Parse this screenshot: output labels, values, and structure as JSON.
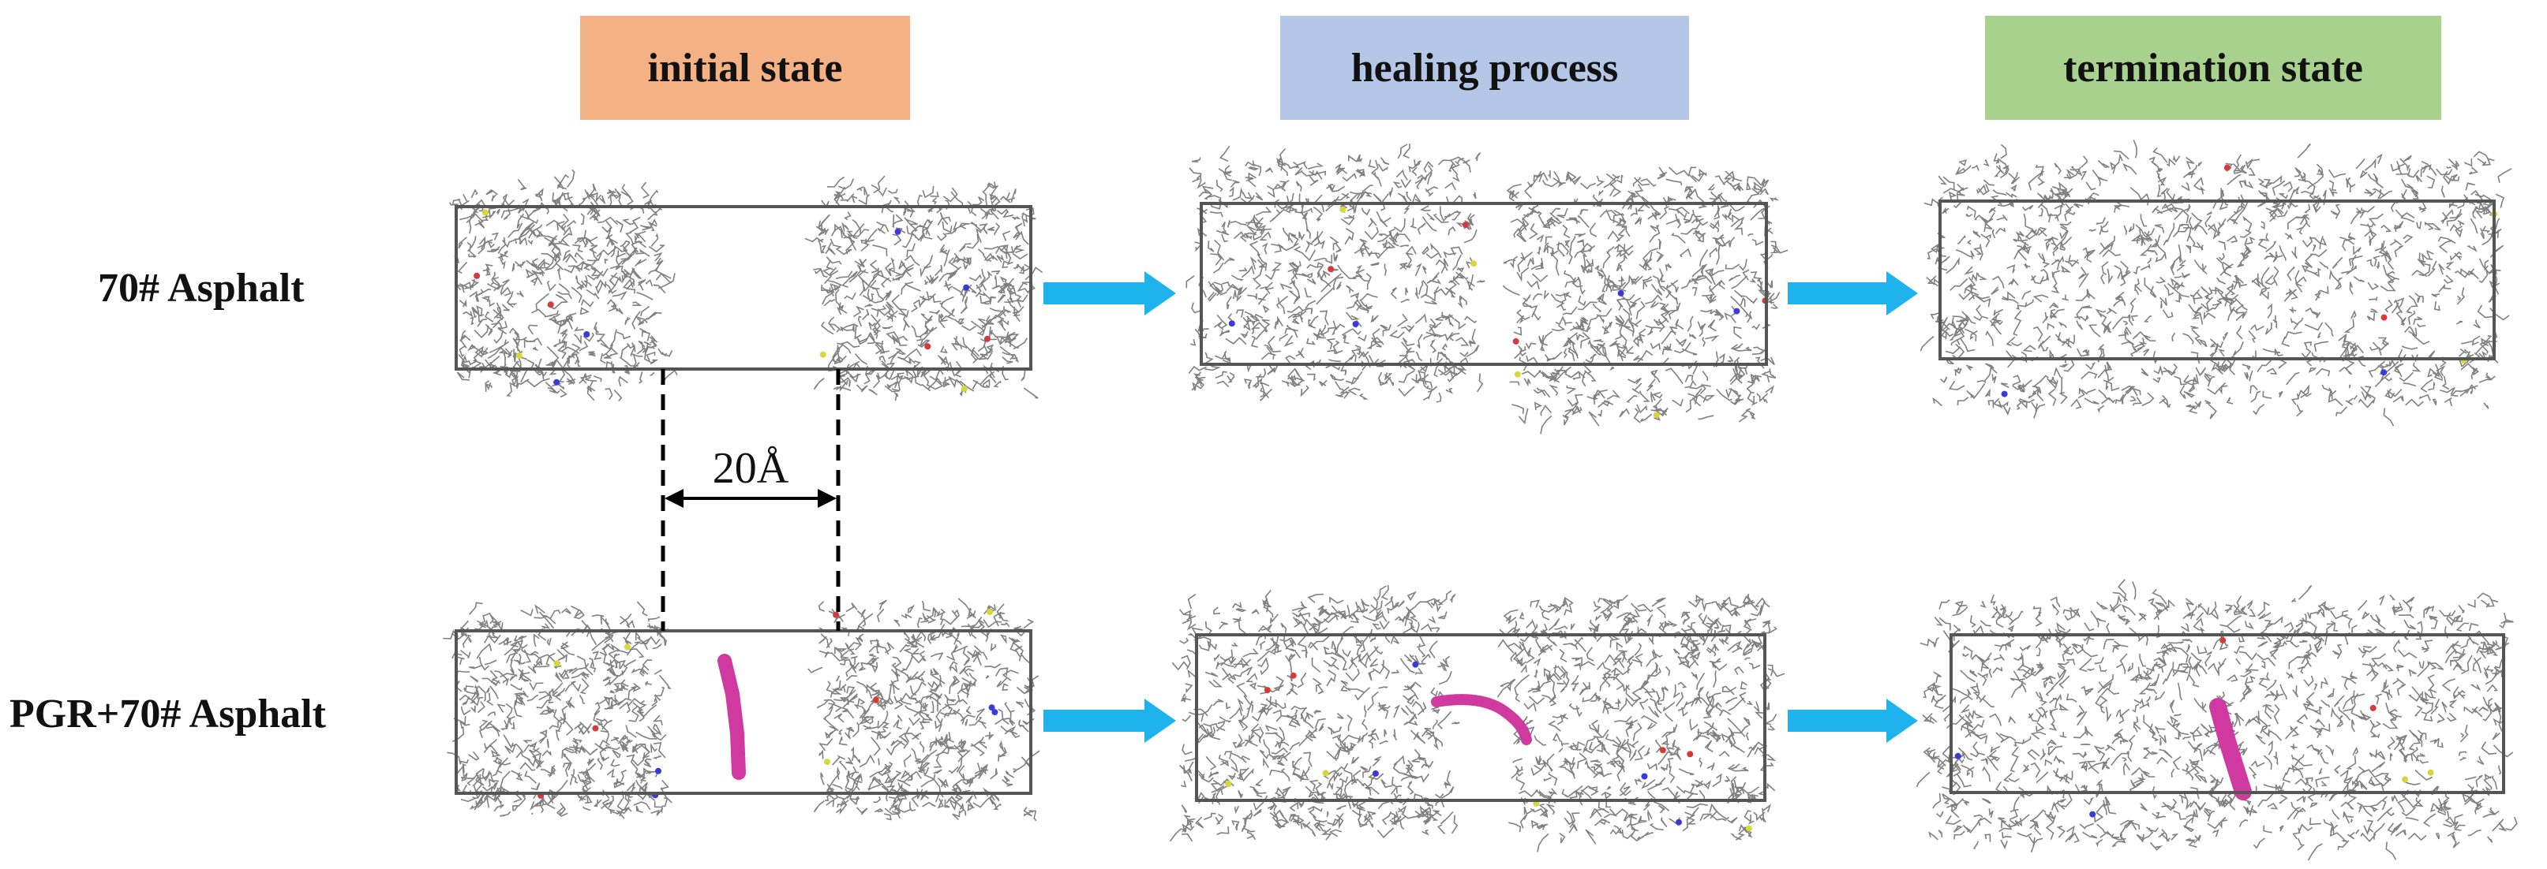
{
  "headers": [
    {
      "label": "initial state",
      "color": "#f4b183"
    },
    {
      "label": "healing process",
      "color": "#b4c7e7"
    },
    {
      "label": "termination state",
      "color": "#a9d18e"
    }
  ],
  "rows": [
    {
      "label": "70# Asphalt"
    },
    {
      "label": "PGR+70# Asphalt"
    }
  ],
  "gap_label": "20Å",
  "colors": {
    "arrow": "#1fb3ee",
    "molecule": "#6a6a6a",
    "pgr": "#d0399f",
    "box": "#555555"
  }
}
